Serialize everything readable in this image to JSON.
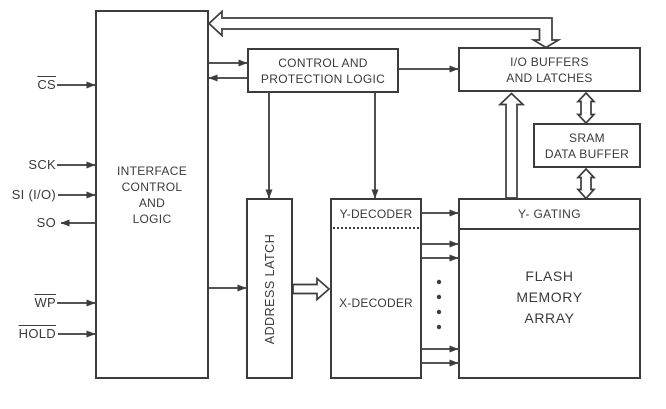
{
  "pins": [
    {
      "label": "CS",
      "overline": true,
      "direction": "input"
    },
    {
      "label": "SCK",
      "overline": false,
      "direction": "input"
    },
    {
      "label": "SI (I/O)",
      "overline": false,
      "direction": "input"
    },
    {
      "label": "SO",
      "overline": false,
      "direction": "output"
    },
    {
      "label": "WP",
      "overline": true,
      "direction": "input"
    },
    {
      "label": "HOLD",
      "overline": true,
      "direction": "input"
    }
  ],
  "blocks": {
    "interface": {
      "label": "INTERFACE\nCONTROL\nAND\nLOGIC"
    },
    "control_protection": {
      "label": "CONTROL AND\nPROTECTION LOGIC"
    },
    "io_buffers": {
      "label": "I/O BUFFERS\nAND LATCHES"
    },
    "sram_buffer": {
      "label": "SRAM\nDATA BUFFER"
    },
    "address_latch": {
      "label": "ADDRESS LATCH"
    },
    "y_decoder": {
      "label": "Y-DECODER"
    },
    "x_decoder": {
      "label": "X-DECODER"
    },
    "y_gating": {
      "label": "Y- GATING"
    },
    "flash_array": {
      "label": "FLASH\nMEMORY\nARRAY"
    }
  },
  "colors": {
    "line": "#3c3c3c",
    "text": "#3a3a3a",
    "background": "#ffffff"
  }
}
